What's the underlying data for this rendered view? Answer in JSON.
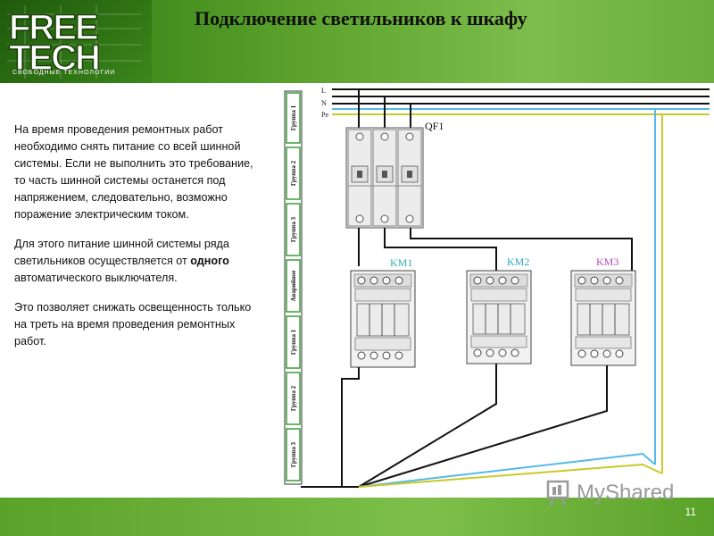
{
  "header": {
    "title": "Подключение светильников к шкафу",
    "logo_text_top": "FREE",
    "logo_text_bottom": "TECH",
    "logo_tagline": "СВОБОДНЫЕ     ТЕХНОЛОГИИ"
  },
  "body": {
    "paragraph1": "На время проведения ремонтных работ необходимо снять питание со всей шинной системы. Если не выполнить это требование, то часть шинной системы останется под напряжением, следовательно, возможно поражение электрическим током.",
    "paragraph2_before": "Для этого питание шинной системы ряда светильников осуществляется от ",
    "paragraph2_bold": "одного",
    "paragraph2_after": " автоматического выключателя.",
    "paragraph3": "Это позволяет снижать освещенность только на треть на время проведения ремонтных работ."
  },
  "diagram": {
    "bus_labels": [
      "L",
      "N",
      "Pe"
    ],
    "breaker_label": "QF1",
    "contactors": [
      {
        "label": "KM1",
        "color": "#2bb0a8"
      },
      {
        "label": "KM2",
        "color": "#2ba3c8"
      },
      {
        "label": "KM3",
        "color": "#b44bb4"
      }
    ],
    "strip_groups": [
      "Группа 1",
      "Группа 2",
      "Группа 3",
      "Аварийное",
      "Группа 1",
      "Группа 2",
      "Группа 3"
    ],
    "wire_colors": {
      "phase": "#111111",
      "neutral": "#55b9ea",
      "earth": "#c9c92a"
    }
  },
  "footer": {
    "page_number": "11",
    "watermark": "MyShared"
  },
  "colors": {
    "header_green": "#4f9a26",
    "footer_green": "#6db23c"
  }
}
